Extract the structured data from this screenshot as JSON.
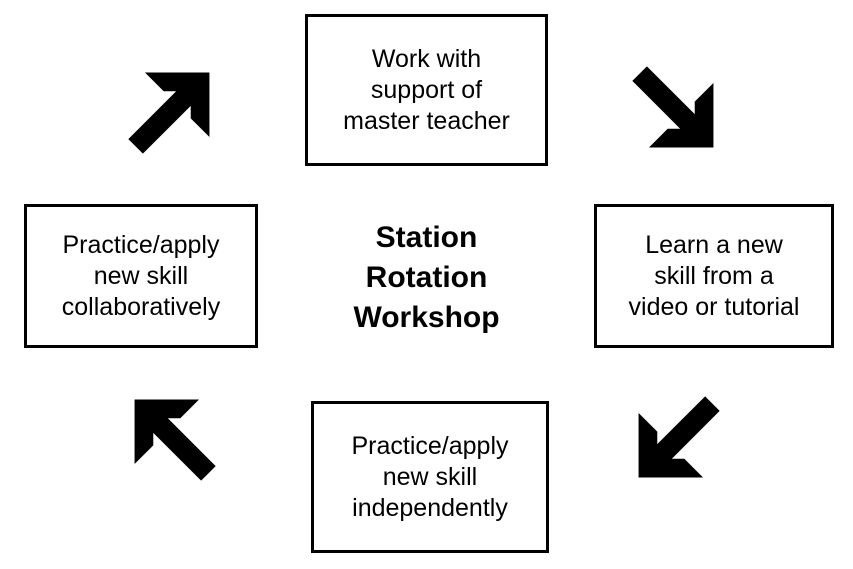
{
  "diagram": {
    "title": "Station Rotation Workshop",
    "type": "cycle",
    "background_color": "#ffffff",
    "stroke_color": "#000000",
    "center": {
      "label": "Station\nRotation\nWorkshop"
    },
    "nodes": [
      {
        "id": "top",
        "position": "top",
        "label": "Work with\nsupport of\nmaster teacher"
      },
      {
        "id": "right",
        "position": "right",
        "label": "Learn a new\nskill from a\nvideo or tutorial"
      },
      {
        "id": "bottom",
        "position": "bottom",
        "label": "Practice/apply\nnew skill\nindependently"
      },
      {
        "id": "left",
        "position": "left",
        "label": "Practice/apply\nnew skill\ncollaboratively"
      }
    ],
    "arrows": [
      {
        "id": "top-left",
        "icon": "arrow-up-right-icon",
        "direction": "northeast",
        "from": "left",
        "to": "top"
      },
      {
        "id": "top-right",
        "icon": "arrow-down-right-icon",
        "direction": "southeast",
        "from": "top",
        "to": "right"
      },
      {
        "id": "bottom-right",
        "icon": "arrow-down-left-icon",
        "direction": "southwest",
        "from": "right",
        "to": "bottom"
      },
      {
        "id": "bottom-left",
        "icon": "arrow-up-left-icon",
        "direction": "northwest",
        "from": "bottom",
        "to": "left"
      }
    ]
  }
}
